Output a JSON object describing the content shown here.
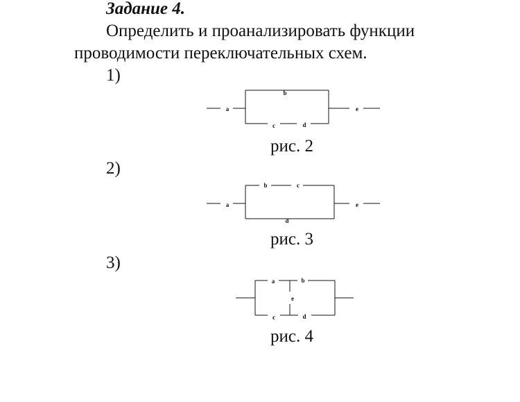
{
  "task": {
    "title": "Задание 4.",
    "text_line1": "Определить и проанализировать функции",
    "text_line2": "проводимости переключательных схем."
  },
  "items": [
    {
      "number": "1)",
      "caption": "рис. 2",
      "labels": {
        "a": "a",
        "b": "b",
        "c": "c",
        "d": "d",
        "e": "e"
      }
    },
    {
      "number": "2)",
      "caption": "рис. 3",
      "labels": {
        "a": "a",
        "b": "b",
        "c": "c",
        "d": "d",
        "e": "e"
      }
    },
    {
      "number": "3)",
      "caption": "рис. 4",
      "labels": {
        "a": "a",
        "b": "b",
        "c": "c",
        "d": "d",
        "e": "e"
      }
    }
  ]
}
